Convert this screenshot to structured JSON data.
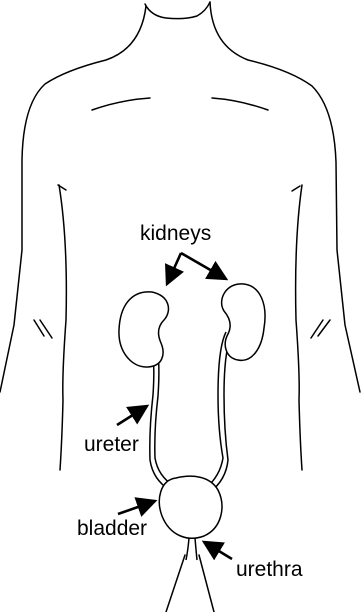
{
  "diagram": {
    "labels": {
      "kidneys": "kidneys",
      "ureter": "ureter",
      "bladder": "bladder",
      "urethra": "urethra"
    }
  },
  "colors": {
    "ink": "#000000",
    "background": "#ffffff"
  }
}
